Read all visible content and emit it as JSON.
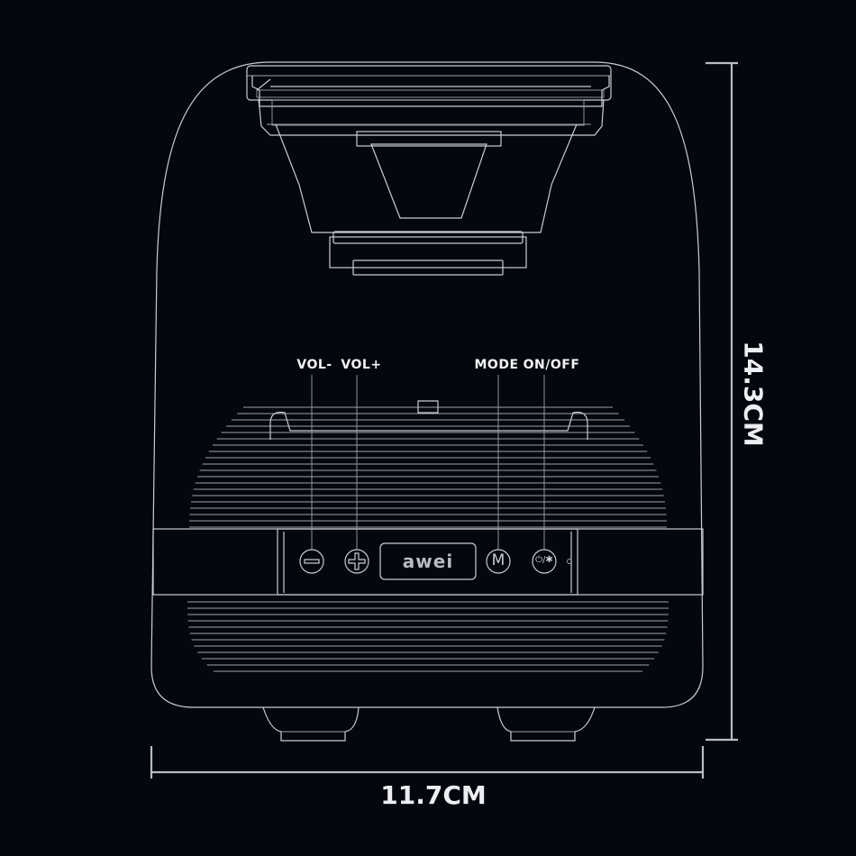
{
  "labels": {
    "vol_minus": "VOL-",
    "vol_plus": "VOL+",
    "mode": "MODE",
    "on_off": "ON/OFF"
  },
  "brand": "awei",
  "buttons": {
    "minus_icon": "minus-icon",
    "plus_icon": "plus-icon",
    "mode_glyph": "M",
    "power_glyph": "⏻/✱"
  },
  "dimensions": {
    "height": "14.3CM",
    "width": "11.7CM"
  },
  "colors": {
    "background": "#05070f",
    "line": "#c9ccd4"
  }
}
